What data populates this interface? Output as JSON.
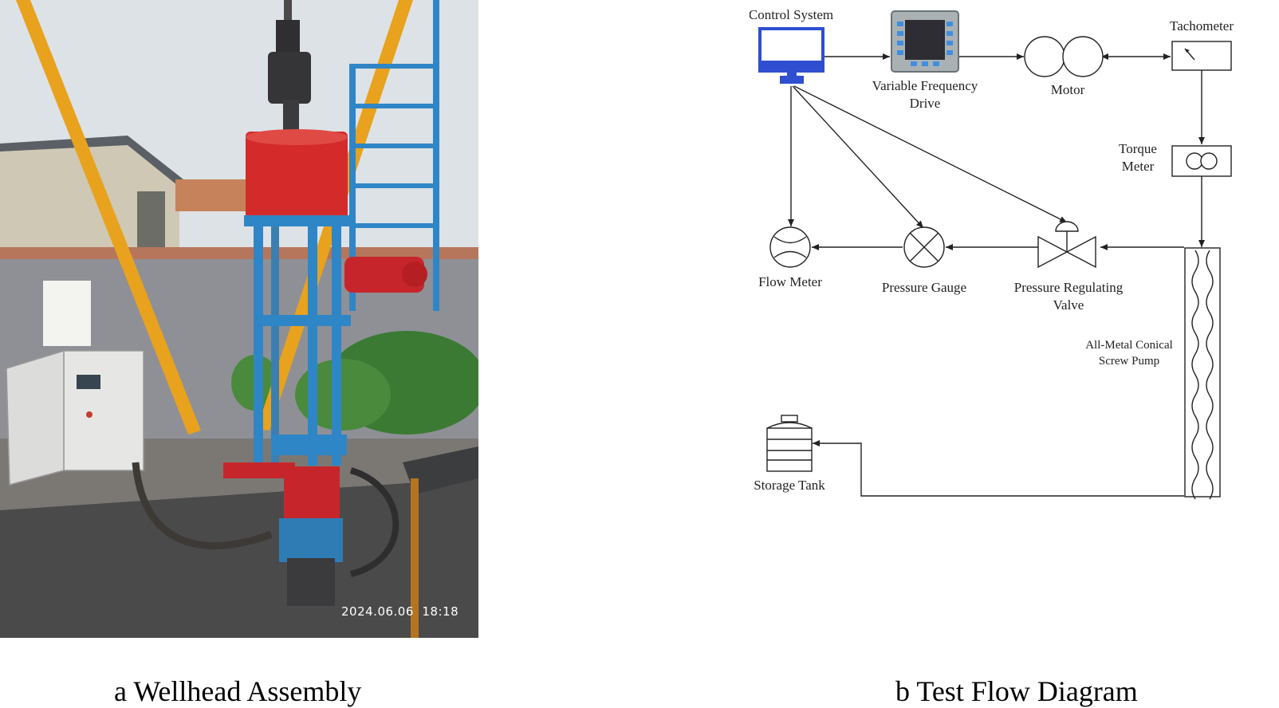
{
  "photo": {
    "timestamp": "2024.06.06  18:18"
  },
  "diagram": {
    "nodes": {
      "control_system": "Control System",
      "vfd_line1": "Variable Frequency",
      "vfd_line2": "Drive",
      "motor": "Motor",
      "tachometer": "Tachometer",
      "torque_line1": "Torque",
      "torque_line2": "Meter",
      "flow_meter": "Flow Meter",
      "pressure_gauge": "Pressure Gauge",
      "prv_line1": "Pressure Regulating",
      "prv_line2": "Valve",
      "pump_line1": "All-Metal Conical",
      "pump_line2": "Screw Pump",
      "storage_tank": "Storage Tank"
    }
  },
  "captions": {
    "a": "a Wellhead Assembly",
    "b": "b Test Flow Diagram"
  },
  "colors": {
    "monitor": "#2f4fd0",
    "tower_red": "#d42a2a",
    "frame_blue": "#2f86c6",
    "crane_orange": "#e8a21e"
  }
}
